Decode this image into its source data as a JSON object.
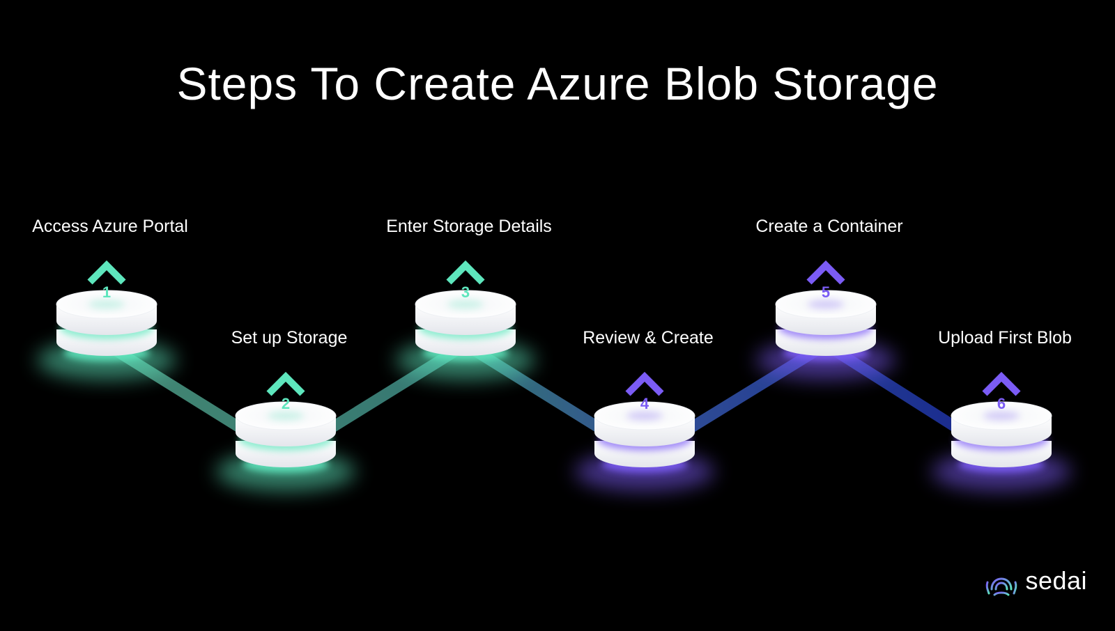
{
  "title": "Steps To Create Azure Blob Storage",
  "steps": [
    {
      "number": "1",
      "label": "Access Azure Portal",
      "accent": "#5ee6bd"
    },
    {
      "number": "2",
      "label": "Set up Storage",
      "accent": "#5ee6bd"
    },
    {
      "number": "3",
      "label": "Enter Storage Details",
      "accent": "#5ee6bd"
    },
    {
      "number": "4",
      "label": "Review & Create",
      "accent": "#7b5cf5"
    },
    {
      "number": "5",
      "label": "Create a Container",
      "accent": "#7b5cf5"
    },
    {
      "number": "6",
      "label": "Upload First Blob",
      "accent": "#7b5cf5"
    }
  ],
  "logo": {
    "text": "sedai",
    "icon": "sedai-logo-icon"
  },
  "colors": {
    "background": "#000000",
    "teal": "#5ee6bd",
    "purple": "#7b5cf5",
    "blue": "#2a3fd1"
  }
}
